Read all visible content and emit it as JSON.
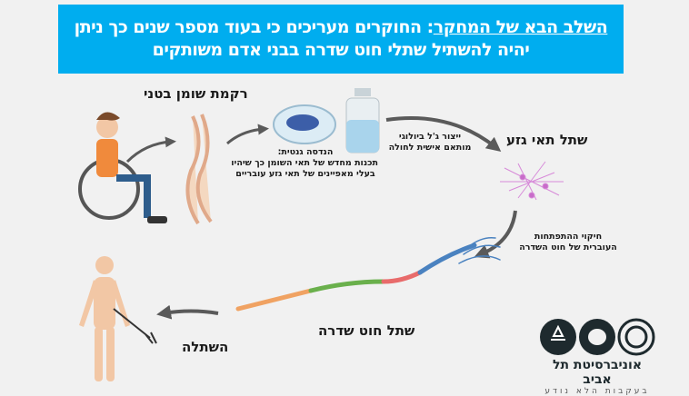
{
  "banner": {
    "title_underlined": "השלב הבא של המחקר",
    "title_rest": ": החוקרים מעריכים כי בעוד מספר שנים כך ניתן",
    "line2": "יהיה להשתיל שתלי חוט שדרה בבני אדם משותקים"
  },
  "steps": {
    "fat_tissue": "רקמת שומן בטני",
    "genetic_title": "הנדסה גנטית:",
    "genetic_line1": "תכנות מחדש של תאי השומן כך שיהיו",
    "genetic_line2": "בעלי מאפיינים של תאי גזע עובריים",
    "gel_line1": "ייצור ג'ל ביולוגי",
    "gel_line2": "מותאם אישית לחולה",
    "stem_implant": "שתל תאי גזע",
    "mimic_line1": "חיקוי ההתפתחות",
    "mimic_line2": "העוברית של חוט השדרה",
    "spinal_implant": "שתל חוט שדרה",
    "transplant": "השתלה"
  },
  "logo": {
    "name": "אוניברסיטת תל אביב",
    "tagline": "בעקבות הלא נודע"
  },
  "colors": {
    "banner": "#00adef",
    "arrow": "#5a5a5a",
    "logo": "#1e2a2e"
  }
}
